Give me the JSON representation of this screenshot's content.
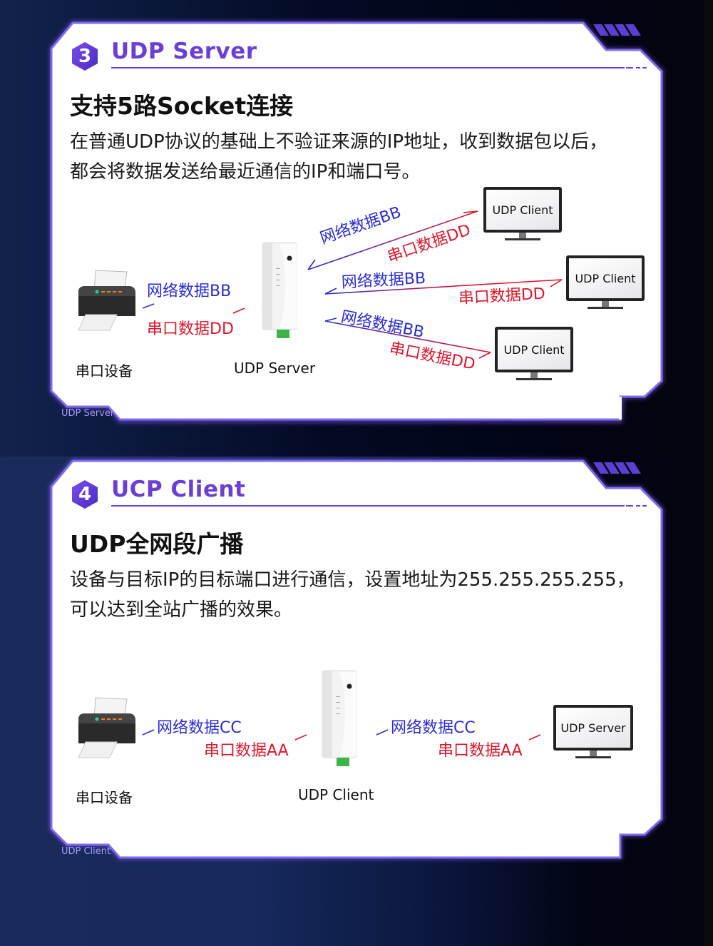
{
  "colors": {
    "accent": "#6a3fd6",
    "frame_border": "#7b6df0",
    "network_data": "#2b2bd6",
    "serial_data": "#e0142a",
    "footer_tag": "#a89cf5"
  },
  "sections": [
    {
      "number": "3",
      "title": "UDP Server",
      "heading": "支持5路Socket连接",
      "description_lines": [
        "在普通UDP协议的基础上不验证来源的IP地址，收到数据包以后，",
        "都会将数据发送给最近通信的IP和端口号。"
      ],
      "footer_tag": "UDP Server",
      "diagram": {
        "serial_device_caption": "串口设备",
        "module_caption": "UDP Server",
        "local_link": {
          "network_label": "网络数据BB",
          "serial_label": "串口数据DD"
        },
        "remote_links": [
          {
            "network_label": "网络数据BB",
            "serial_label": "串口数据DD",
            "peer": "UDP Client"
          },
          {
            "network_label": "网络数据BB",
            "serial_label": "串口数据DD",
            "peer": "UDP Client"
          },
          {
            "network_label": "网络数据BB",
            "serial_label": "串口数据DD",
            "peer": "UDP Client"
          }
        ]
      }
    },
    {
      "number": "4",
      "title": "UCP Client",
      "heading": "UDP全网段广播",
      "description_lines": [
        "设备与目标IP的目标端口进行通信，设置地址为255.255.255.255，",
        "可以达到全站广播的效果。"
      ],
      "footer_tag": "UDP Client",
      "diagram": {
        "serial_device_caption": "串口设备",
        "module_caption": "UDP Client",
        "local_link": {
          "network_label": "网络数据CC",
          "serial_label": "串口数据AA"
        },
        "remote_links": [
          {
            "network_label": "网络数据CC",
            "serial_label": "串口数据AA",
            "peer": "UDP Server"
          }
        ]
      }
    }
  ]
}
